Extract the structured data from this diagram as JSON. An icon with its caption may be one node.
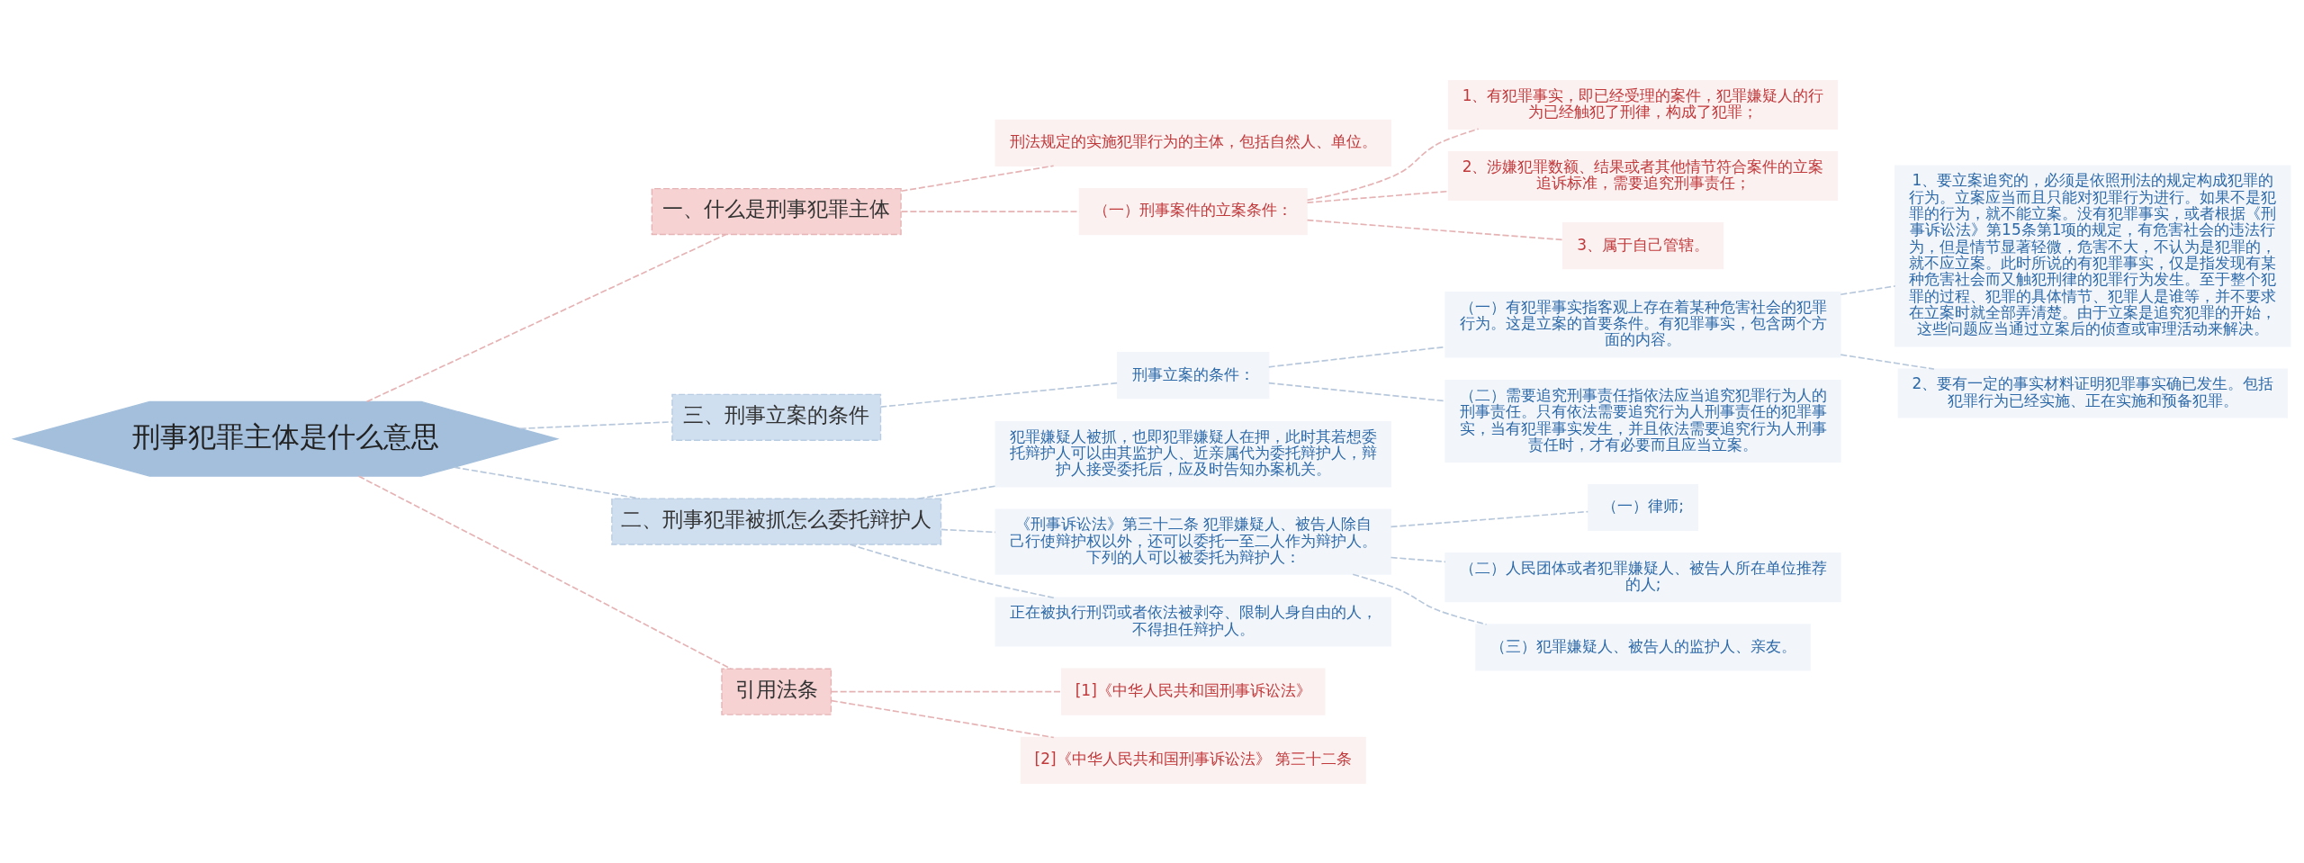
{
  "diagram": {
    "nodes": [
      {
        "text": [
          "刑事犯罪主体是什么意思"
        ]
      },
      {
        "text": [
          "一、什么是刑事犯罪主体"
        ]
      },
      {
        "text": [
          "刑法规定的实施犯罪行为的主体，包括自然人、单位。"
        ]
      },
      {
        "text": [
          "（一）刑事案件的立案条件："
        ]
      },
      {
        "text": [
          "1、有犯罪事实，即已经受理的案件，犯罪嫌疑人的行为已经触犯了刑律，构成了犯罪；"
        ]
      },
      {
        "text": [
          "2、涉嫌犯罪数额、结果或者其他情节符合案件的立案追诉标准，需要追究刑事责任；"
        ]
      },
      {
        "text": [
          "3、属于自己管辖。"
        ]
      },
      {
        "text": [
          "三、刑事立案的条件"
        ]
      },
      {
        "text": [
          "刑事立案的条件："
        ]
      },
      {
        "text": [
          "（一）有犯罪事实指客观上存在着某种危害社会的犯罪行为。这是立案的首要条件。有犯罪事实，包含两个方面的内容。"
        ]
      },
      {
        "text": [
          "1、要立案追究的，必须是依照刑法的规定构成犯罪的行为。立案应当而且只能对犯罪行为进行。如果不是犯罪的行为，就不能立案。没有犯罪事实，或者根据《刑事诉讼法》第15条第1项的规定，有危害社会的违法行为，但是情节显著轻微，危害不大，不认为是犯罪的，就不应立案。此时所说的有犯罪事实，仅是指发现有某种危害社会而又触犯刑律的犯罪行为发生。至于整个犯罪的过程、犯罪的具体情节、犯罪人是谁等，并不要求在立案时就全部弄清楚。由于立案是追究犯罪的开始，这些问题应当通过立案后的侦查或审理活动来解决。"
        ]
      },
      {
        "text": [
          "2、要有一定的事实材料证明犯罪事实确已发生。包括犯罪行为已经实施、正在实施和预备犯罪。"
        ]
      },
      {
        "text": [
          "（二）需要追究刑事责任指依法应当追究犯罪行为人的刑事责任。只有依法需要追究行为人刑事责任的犯罪事实，当有犯罪事实发生，并且依法需要追究行为人刑事责任时，才有必要而且应当立案。"
        ]
      },
      {
        "text": [
          "二、刑事犯罪被抓怎么委托辩护人"
        ]
      },
      {
        "text": [
          "犯罪嫌疑人被抓，也即犯罪嫌疑人在押，此时其若想委托辩护人可以由其监护人、近亲属代为委托辩护人，辩护人接受委托后，应及时告知办案机关。"
        ]
      },
      {
        "text": [
          "《刑事诉讼法》第三十二条 犯罪嫌疑人、被告人除自己行使辩护权以外，还可以委托一至二人作为辩护人。下列的人可以被委托为辩护人："
        ]
      },
      {
        "text": [
          "（一）律师;"
        ]
      },
      {
        "text": [
          "（二）人民团体或者犯罪嫌疑人、被告人所在单位推荐的人;"
        ]
      },
      {
        "text": [
          "（三）犯罪嫌疑人、被告人的监护人、亲友。"
        ]
      },
      {
        "text": [
          "正在被执行刑罚或者依法被剥夺、限制人身自由的人，不得担任辩护人。"
        ]
      },
      {
        "text": [
          "引用法条"
        ]
      },
      {
        "text": [
          "[1]《中华人民共和国刑事诉讼法》"
        ]
      },
      {
        "text": [
          "[2]《中华人民共和国刑事诉讼法》 第三十二条"
        ]
      }
    ],
    "edges": [
      {
        "from": 0,
        "to": 1,
        "arrow": "none",
        "style": "dashed",
        "color": "#e6b3b5"
      },
      {
        "from": 1,
        "to": 2,
        "arrow": "none",
        "style": "dashed",
        "color": "#e6b3b5"
      },
      {
        "from": 1,
        "to": 3,
        "arrow": "none",
        "style": "dashed",
        "color": "#e6b3b5"
      },
      {
        "from": 3,
        "to": 4,
        "arrow": "none",
        "style": "dashed",
        "color": "#e6b3b5"
      },
      {
        "from": 3,
        "to": 5,
        "arrow": "none",
        "style": "dashed",
        "color": "#e6b3b5"
      },
      {
        "from": 3,
        "to": 6,
        "arrow": "none",
        "style": "dashed",
        "color": "#e6b3b5"
      },
      {
        "from": 0,
        "to": 7,
        "arrow": "none",
        "style": "dashed"
      },
      {
        "from": 7,
        "to": 8,
        "arrow": "none",
        "style": "dashed"
      },
      {
        "from": 8,
        "to": 9,
        "arrow": "none",
        "style": "dashed"
      },
      {
        "from": 9,
        "to": 10,
        "arrow": "none",
        "style": "dashed"
      },
      {
        "from": 9,
        "to": 11,
        "arrow": "none",
        "style": "dashed"
      },
      {
        "from": 8,
        "to": 12,
        "arrow": "none",
        "style": "dashed"
      },
      {
        "from": 0,
        "to": 13,
        "arrow": "none",
        "style": "dashed"
      },
      {
        "from": 13,
        "to": 14,
        "arrow": "none",
        "style": "dashed"
      },
      {
        "from": 13,
        "to": 15,
        "arrow": "none",
        "style": "dashed"
      },
      {
        "from": 15,
        "to": 16,
        "arrow": "none",
        "style": "dashed"
      },
      {
        "from": 15,
        "to": 17,
        "arrow": "none",
        "style": "dashed"
      },
      {
        "from": 15,
        "to": 18,
        "arrow": "none",
        "style": "dashed"
      },
      {
        "from": 13,
        "to": 19,
        "arrow": "none",
        "style": "dashed"
      },
      {
        "from": 0,
        "to": 20,
        "arrow": "none",
        "style": "dashed",
        "color": "#e6b3b5"
      },
      {
        "from": 20,
        "to": 21,
        "arrow": "none",
        "style": "dashed",
        "color": "#e6b3b5"
      },
      {
        "from": 20,
        "to": 22,
        "arrow": "none",
        "style": "dashed",
        "color": "#e6b3b5"
      }
    ]
  }
}
